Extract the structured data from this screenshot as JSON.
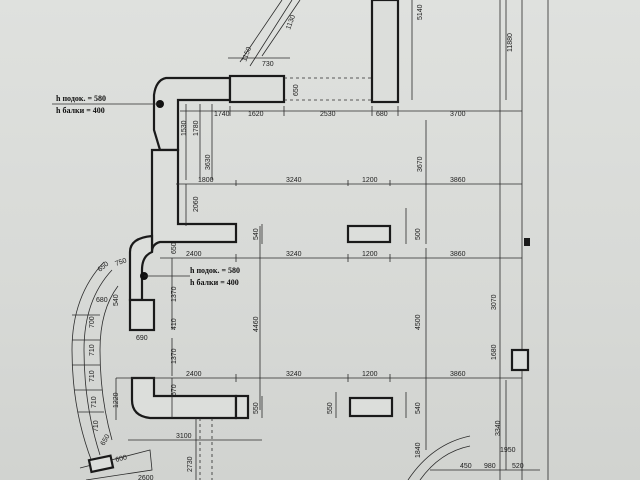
{
  "notes": [
    {
      "sill": "h подок. = 580",
      "beam": "h балки = 400"
    },
    {
      "sill": "h подок. = 580",
      "beam": "h балки = 400"
    }
  ],
  "dims": {
    "d1130": "1130",
    "d1150": "1150",
    "d730": "730",
    "d650": "650",
    "d5140": "5140",
    "d11880": "11880",
    "d1740": "1740",
    "d1620": "1620",
    "d2530": "2530",
    "d680": "680",
    "d3700": "3700",
    "d1530": "1530",
    "d1780": "1780",
    "d3630": "3630",
    "d1800": "1800",
    "d2060": "2060",
    "d3240a": "3240",
    "d1200a": "1200",
    "d3860a": "3860",
    "d3670": "3670",
    "d2400a": "2400",
    "d540a": "540",
    "d500": "500",
    "d3240b": "3240",
    "d1200b": "1200",
    "d3860b": "3860",
    "d650b": "650",
    "d750": "750",
    "d1370a": "1370",
    "d680b": "680",
    "d410": "410",
    "d4460": "4460",
    "d4500": "4500",
    "d3070": "3070",
    "d690": "690",
    "d1370b": "1370",
    "d700": "700",
    "d710a": "710",
    "d710b": "710",
    "d2400b": "2400",
    "d3240c": "3240",
    "d1200c": "1200",
    "d3860c": "3860",
    "d670": "670",
    "d1220": "1220",
    "d550a": "550",
    "d550b": "550",
    "d540b": "540",
    "d3100": "3100",
    "d1840": "1840",
    "d2730": "2730",
    "d3340": "3340",
    "d1950": "1950",
    "d450": "450",
    "d980": "980",
    "d520": "520",
    "d600": "600",
    "d650c": "650",
    "d2600": "2600",
    "d1680": "1680"
  }
}
